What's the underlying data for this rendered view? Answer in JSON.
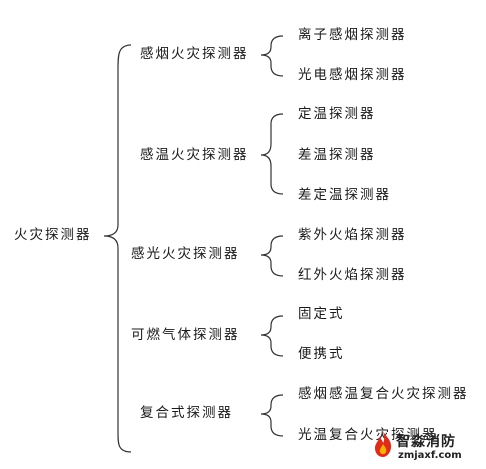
{
  "root": {
    "label": "火灾探测器"
  },
  "branches": [
    {
      "label": "感烟火灾探测器",
      "children": [
        "离子感烟探测器",
        "光电感烟探测器"
      ]
    },
    {
      "label": "感温火灾探测器",
      "children": [
        "定温探测器",
        "差温探测器",
        "差定温探测器"
      ]
    },
    {
      "label": "感光火灾探测器",
      "children": [
        "紫外火焰探测器",
        "红外火焰探测器"
      ]
    },
    {
      "label": "可燃气体探测器",
      "children": [
        "固定式",
        "便携式"
      ]
    },
    {
      "label": "复合式探测器",
      "children": [
        "感烟感温复合火灾探测器",
        "光温复合火灾探测器"
      ]
    }
  ],
  "watermark": {
    "name": "智淼消防",
    "url": "zmjaxf.com"
  }
}
